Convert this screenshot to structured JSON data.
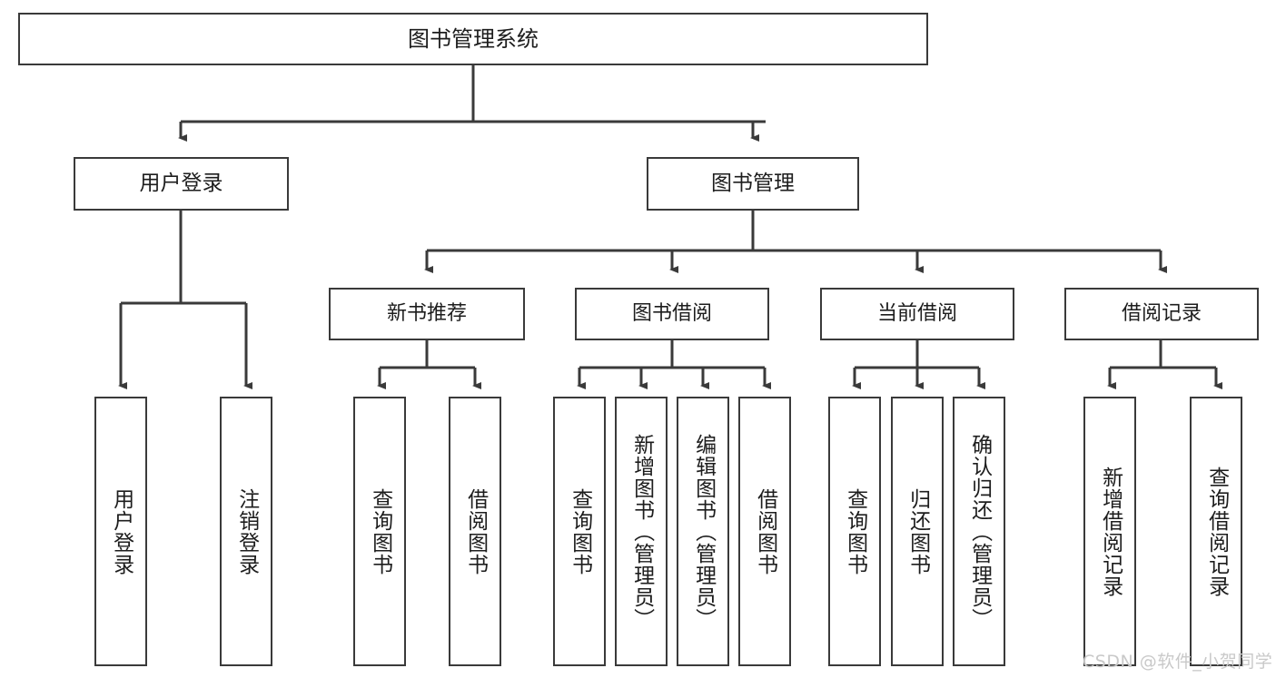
{
  "diagram": {
    "title": "图书管理系统",
    "watermark": "CSDN @软件_小贺同学",
    "edge_color": "#3a3a3a",
    "box_border_color": "#3a3a3a",
    "box_fill_color": "#ffffff",
    "text_color": "#1d1d1d",
    "watermark_color": "#c9c9c9"
  },
  "nodes": {
    "root": {
      "label": "图书管理系统"
    },
    "level1": [
      {
        "label": "用户登录"
      },
      {
        "label": "图书管理"
      }
    ],
    "level2": [
      {
        "label": "新书推荐"
      },
      {
        "label": "图书借阅"
      },
      {
        "label": "当前借阅"
      },
      {
        "label": "借阅记录"
      }
    ],
    "leaves": {
      "user_login": [
        {
          "label": "用户登录"
        },
        {
          "label": "注销登录"
        }
      ],
      "new_book_recommend": [
        {
          "label": "查询图书"
        },
        {
          "label": "借阅图书"
        }
      ],
      "book_borrow": [
        {
          "label": "查询图书"
        },
        {
          "label": "新增图书（管理员）"
        },
        {
          "label": "编辑图书（管理员）"
        },
        {
          "label": "借阅图书"
        }
      ],
      "current_borrow": [
        {
          "label": "查询图书"
        },
        {
          "label": "归还图书"
        },
        {
          "label": "确认归还（管理员）"
        }
      ],
      "borrow_record": [
        {
          "label": "新增借阅记录"
        },
        {
          "label": "查询借阅记录"
        }
      ]
    }
  }
}
